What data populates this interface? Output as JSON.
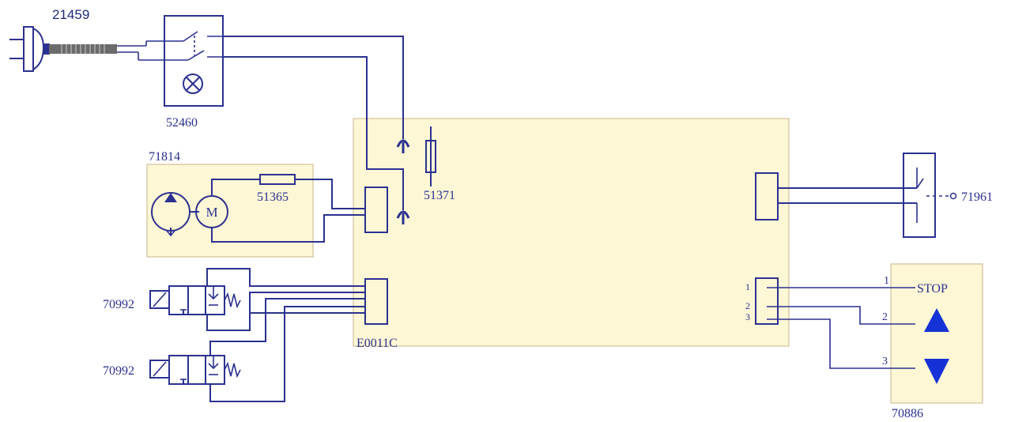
{
  "labels": {
    "plug": "21459",
    "switch": "52460",
    "pump_module": "71814",
    "fuse_motor": "51365",
    "fuse_board": "51371",
    "limit_switch": "71961",
    "controller": "E0011C",
    "valve_1": "70992",
    "valve_2": "70992",
    "pendant": "70886",
    "motor": "M"
  },
  "pendant": {
    "stop_label": "STOP",
    "pins": [
      "1",
      "2",
      "3"
    ],
    "wire_numbers": [
      "1",
      "2",
      "3"
    ],
    "buttons": [
      "up-arrow-icon",
      "down-arrow-icon"
    ]
  },
  "colors": {
    "line": "#2b3190",
    "panel_fill": "#fdf7d6",
    "panel_border": "#c9b58a",
    "arrow": "#1432d6",
    "plug_label": "#1d2a78"
  }
}
